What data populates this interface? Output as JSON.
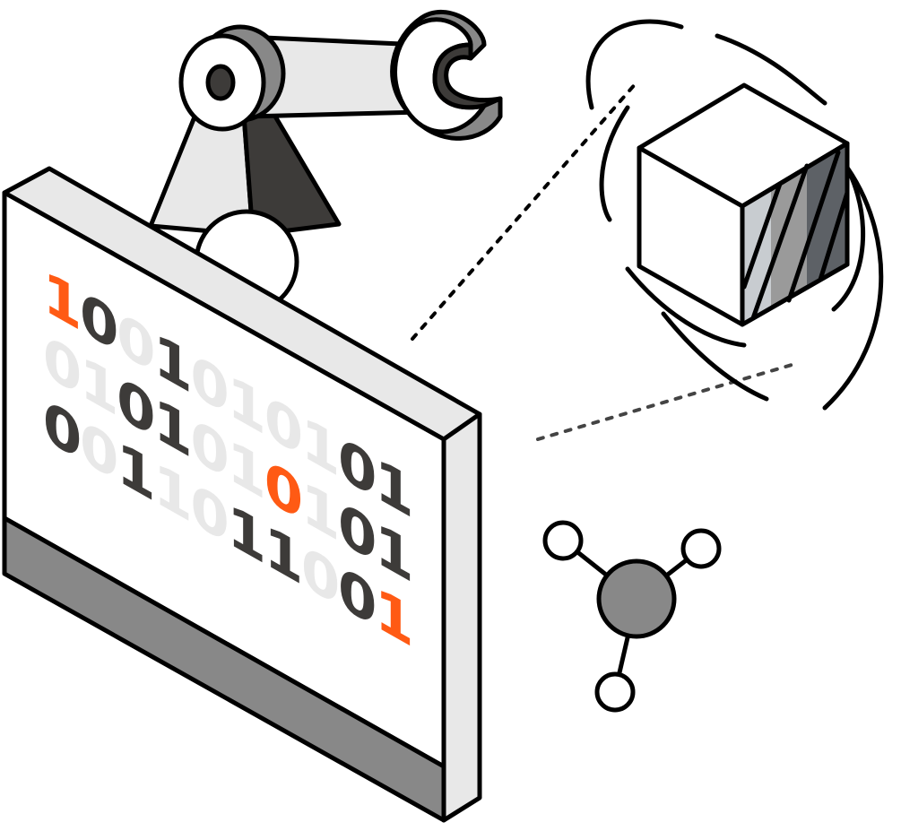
{
  "palette": {
    "orange": "#FF5A14",
    "dark": "#3D3B39",
    "light": "#E8E8E8",
    "mid_gray": "#888888",
    "outline": "#000000"
  },
  "screen": {
    "rows": [
      {
        "digits": "1001010101",
        "colors": "odldlllldd"
      },
      {
        "digits": "0101010101",
        "colors": "llddlloldd"
      },
      {
        "digits": "0011011001",
        "colors": "dldllddldo"
      }
    ]
  }
}
